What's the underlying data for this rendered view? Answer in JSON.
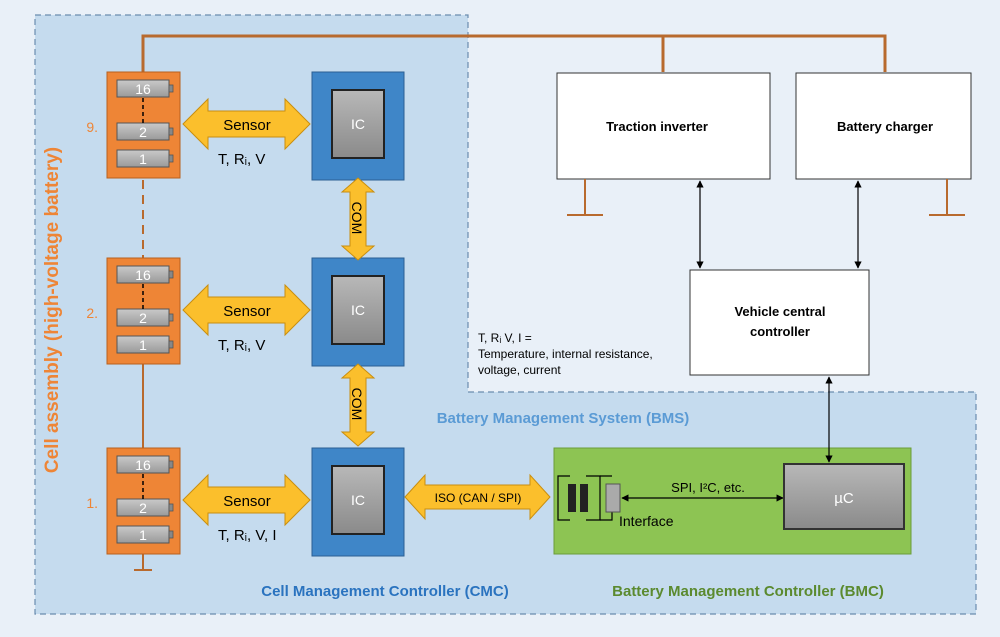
{
  "title_vertical": "Cell assembly (high-voltage battery)",
  "modules": [
    {
      "index_label": "9.",
      "cells": [
        "16",
        "2",
        "1"
      ],
      "sensor": "Sensor",
      "params": "T, Rᵢ, V",
      "ic": "IC"
    },
    {
      "index_label": "2.",
      "cells": [
        "16",
        "2",
        "1"
      ],
      "sensor": "Sensor",
      "params": "T, Rᵢ, V",
      "ic": "IC"
    },
    {
      "index_label": "1.",
      "cells": [
        "16",
        "2",
        "1"
      ],
      "sensor": "Sensor",
      "params": "T, Rᵢ, V, I",
      "ic": "IC"
    }
  ],
  "com_label": "COM",
  "iso_label": "ISO (CAN / SPI)",
  "spi_label": "SPI, I²C, etc.",
  "interface_label": "Interface",
  "uc_label": "µC",
  "traction_inverter": "Traction inverter",
  "battery_charger": "Battery charger",
  "vehicle_controller": [
    "Vehicle central",
    "controller"
  ],
  "legend": [
    "T, Rᵢ V, I =",
    "Temperature, internal resistance,",
    "voltage, current"
  ],
  "bms_label": "Battery Management System (BMS)",
  "cmc_label": "Cell Management Controller (CMC)",
  "bmc_label": "Battery Management Controller (BMC)",
  "colors": {
    "orange": "#ee8536",
    "blue": "#3f86c8",
    "green": "#8dc453",
    "green_text": "#5b8a2f",
    "bms_text": "#5b9bd5",
    "cmc_text": "#2a73bf",
    "yellow_arrow": "#fbbf2c",
    "wire": "#b86a2e"
  }
}
